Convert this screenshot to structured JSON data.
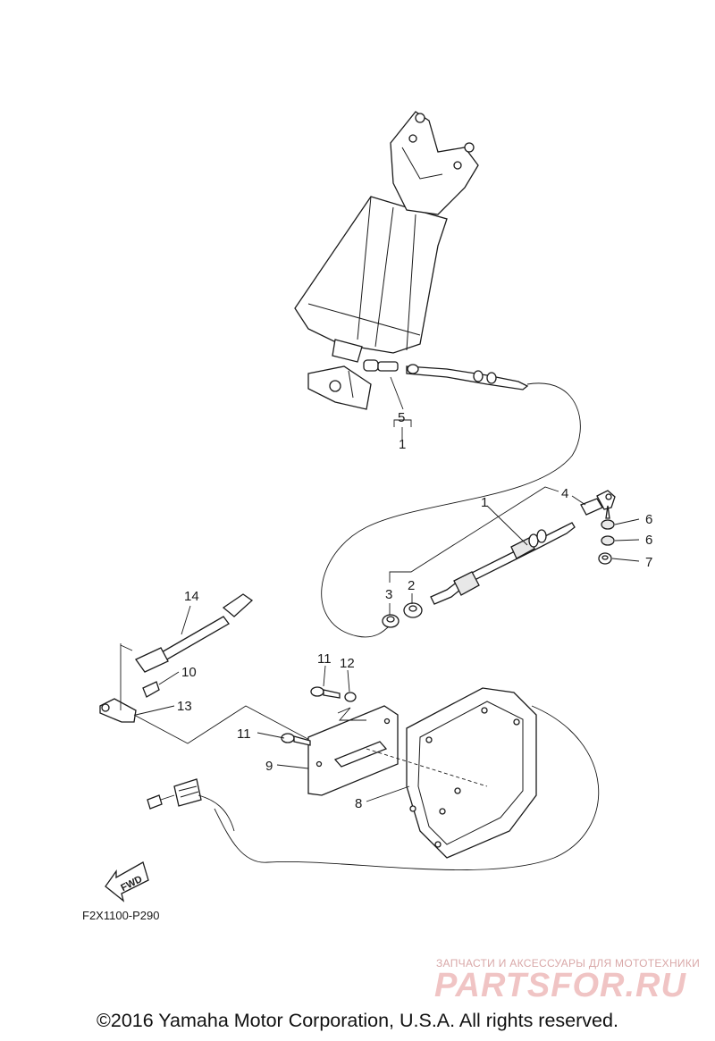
{
  "callouts": {
    "c1_top": "1",
    "c5": "5",
    "c1_mid": "1",
    "c4": "4",
    "c6a": "6",
    "c6b": "6",
    "c7": "7",
    "c3": "3",
    "c2": "2",
    "c14": "14",
    "c10": "10",
    "c13": "13",
    "c11a": "11",
    "c12": "12",
    "c11b": "11",
    "c9": "9",
    "c8": "8"
  },
  "fwd_label": "FWD",
  "diagram_code": "F2X1100-P290",
  "watermark": {
    "tagline": "ЗАПЧАСТИ И АКСЕССУАРЫ ДЛЯ МОТОТЕХНИКИ",
    "brand": "PARTSFOR.RU"
  },
  "copyright": "©2016 Yamaha Motor Corporation, U.S.A. All rights reserved."
}
